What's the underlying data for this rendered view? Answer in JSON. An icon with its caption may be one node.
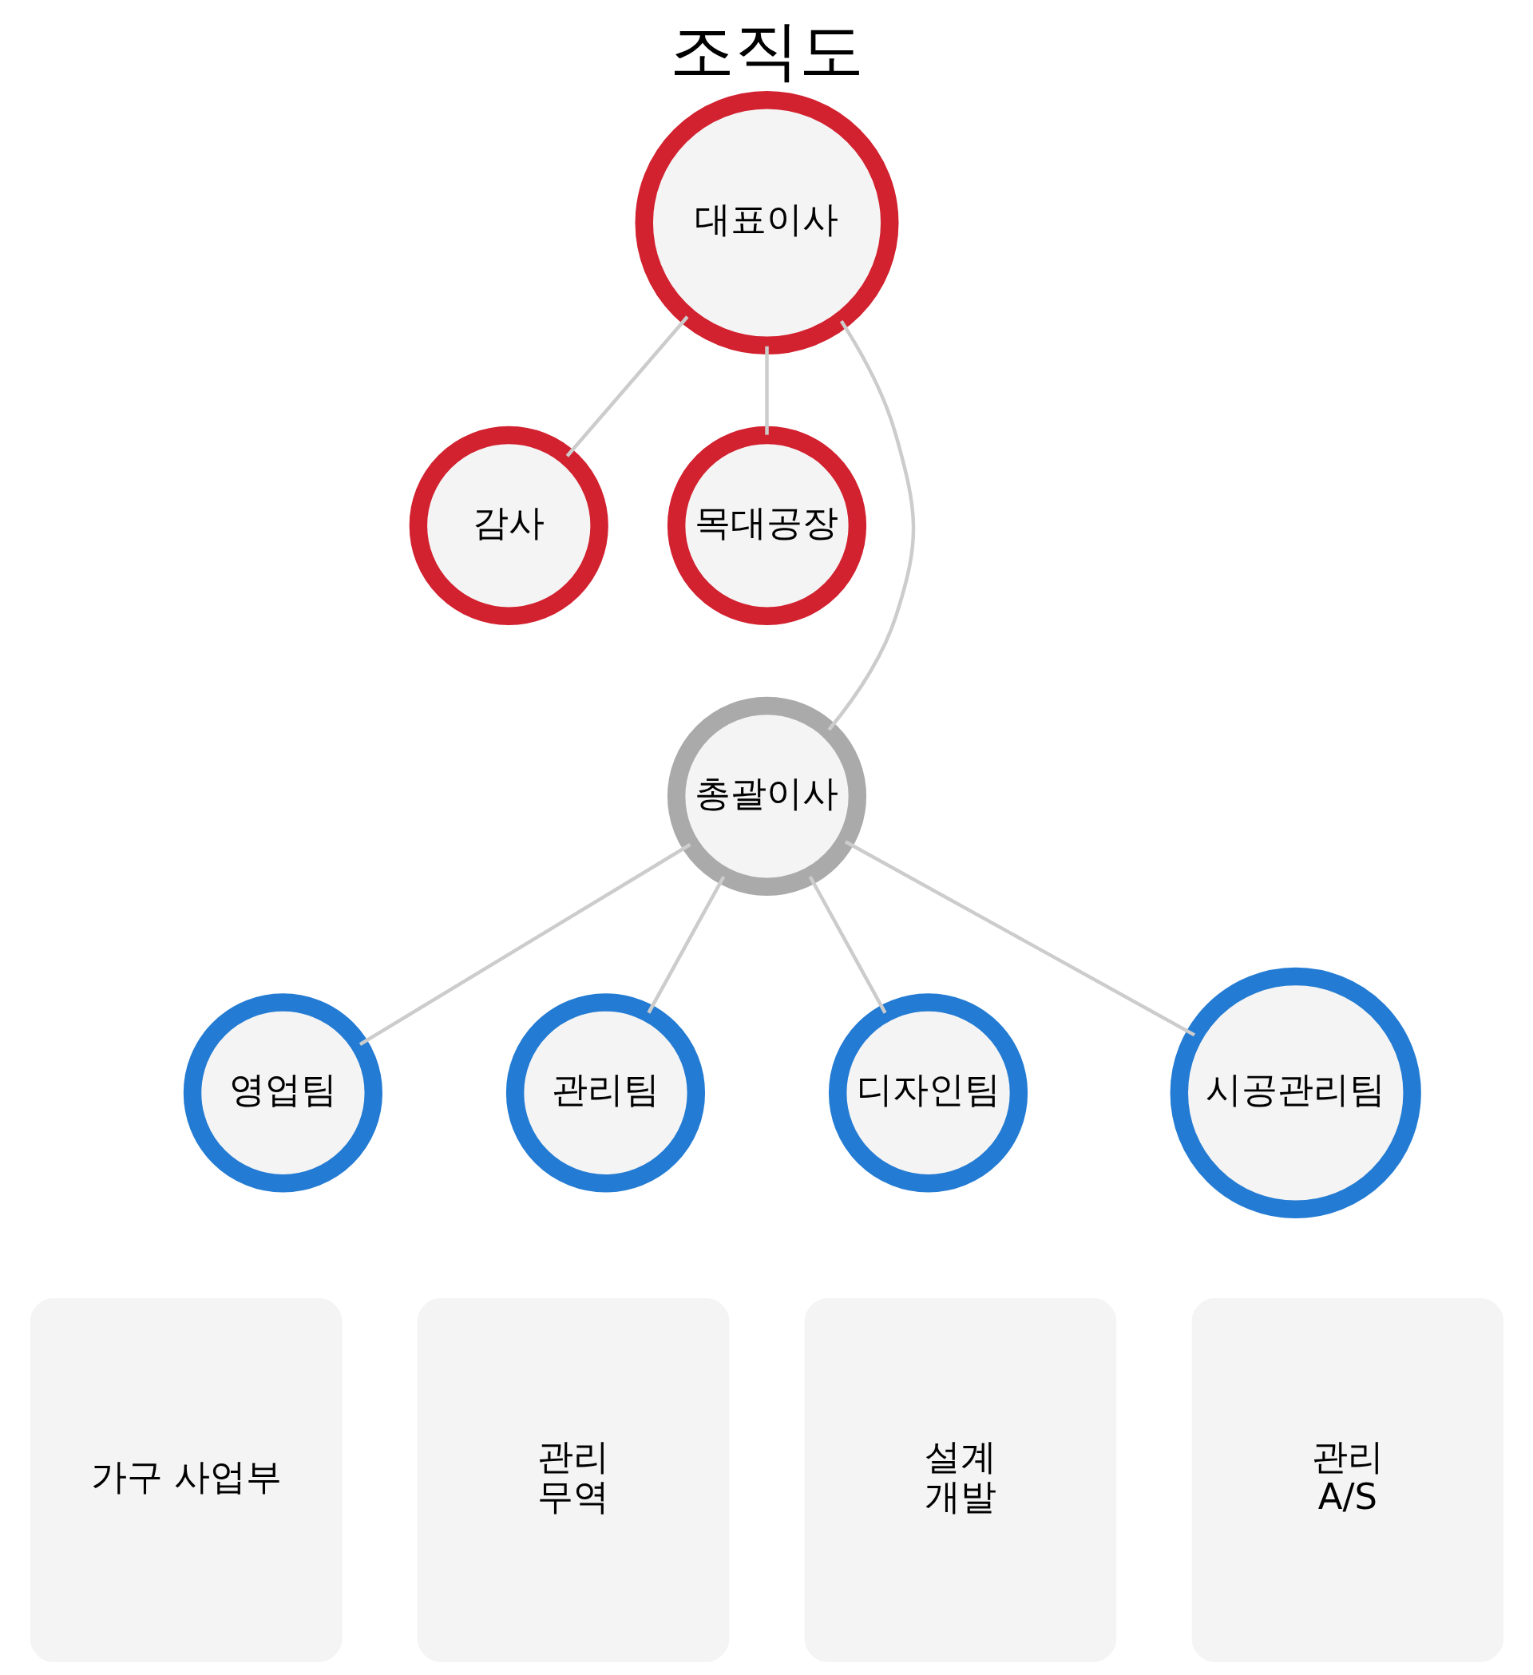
{
  "diagram": {
    "title": "조직도",
    "nodes": [
      {
        "text": [
          "대표이사"
        ]
      },
      {
        "text": [
          "감사"
        ]
      },
      {
        "text": [
          "목대공장"
        ]
      },
      {
        "text": [
          "총괄이사"
        ]
      },
      {
        "text": [
          "영업팀"
        ]
      },
      {
        "text": [
          "관리팀"
        ]
      },
      {
        "text": [
          "디자인팀"
        ]
      },
      {
        "text": [
          "시공관리팀"
        ]
      },
      {
        "text": [
          "가구 사업부"
        ]
      },
      {
        "text": [
          "관리",
          "무역"
        ]
      },
      {
        "text": [
          "설계",
          "개발"
        ]
      },
      {
        "text": [
          "관리",
          "A/S"
        ]
      }
    ],
    "edges": [
      {
        "from": 0,
        "to": 1,
        "arrow": "none"
      },
      {
        "from": 0,
        "to": 2,
        "arrow": "none"
      },
      {
        "from": 0,
        "to": 3,
        "arrow": "none"
      },
      {
        "from": 3,
        "to": 4,
        "arrow": "none"
      },
      {
        "from": 3,
        "to": 5,
        "arrow": "none"
      },
      {
        "from": 3,
        "to": 6,
        "arrow": "none"
      },
      {
        "from": 3,
        "to": 7,
        "arrow": "none"
      }
    ]
  }
}
